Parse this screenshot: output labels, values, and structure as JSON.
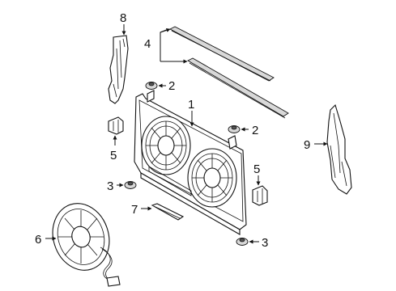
{
  "diagram": {
    "callouts": {
      "c1": "1",
      "c2a": "2",
      "c2b": "2",
      "c3a": "3",
      "c3b": "3",
      "c4": "4",
      "c5a": "5",
      "c5b": "5",
      "c6": "6",
      "c7": "7",
      "c8": "8",
      "c9": "9"
    }
  }
}
